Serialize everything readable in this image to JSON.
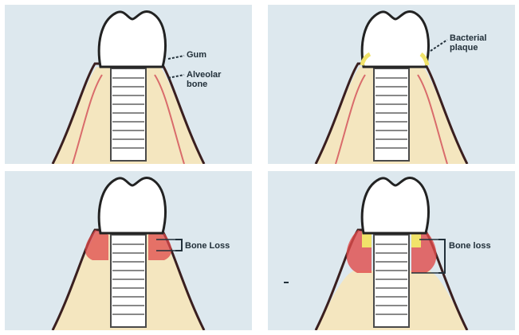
{
  "labels": {
    "gum": "Gum",
    "alveolar_bone": "Alveolar bone",
    "bacterial_plaque": "Bacterial plaque",
    "bone_loss_left": "Bone Loss",
    "bone_loss_right": "Bone loss"
  },
  "colors": {
    "background": "#dde8ee",
    "gum": "#f2c9b8",
    "gum_outline": "#3a1f1f",
    "bone": "#f4e6bf",
    "inflammation": "#e04a4a",
    "plaque": "#f1e36a",
    "implant": "#ffffff",
    "crown": "#ffffff"
  },
  "icons": [
    "crown-icon",
    "implant-screw-icon"
  ]
}
